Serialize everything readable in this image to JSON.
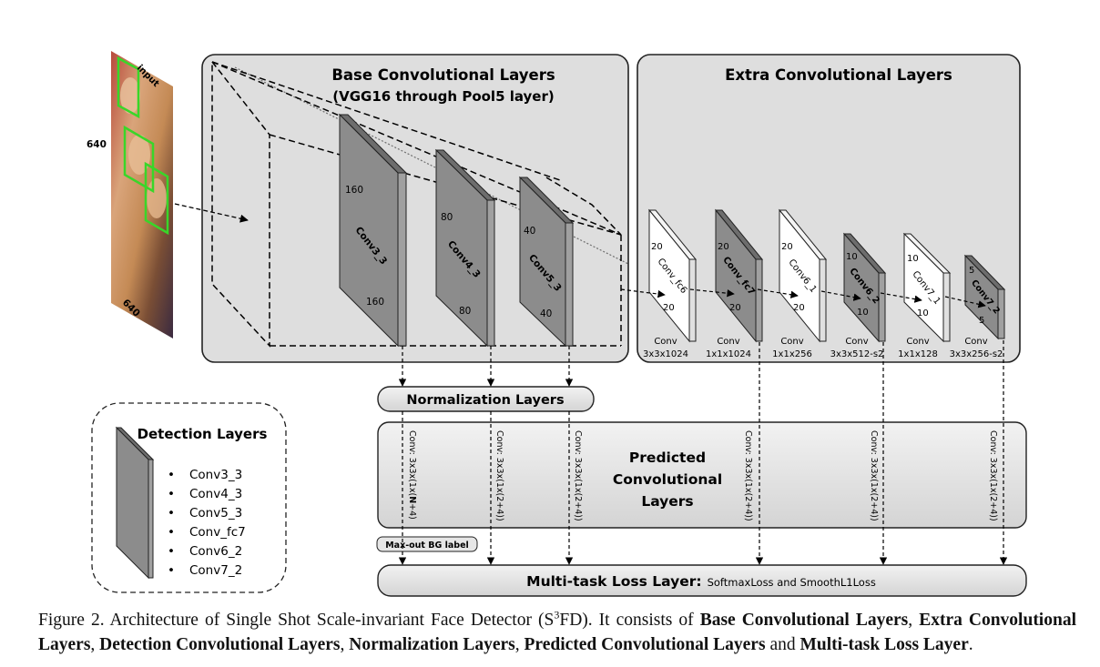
{
  "input": {
    "label": "input",
    "height_label": "640",
    "width_label": "640"
  },
  "base": {
    "title_line1": "Base Convolutional Layers",
    "title_line2": "(VGG16 through Pool5 layer)",
    "layers": [
      {
        "name": "Conv3_3",
        "top_label": "160",
        "bottom_label": "160"
      },
      {
        "name": "Conv4_3",
        "top_label": "80",
        "bottom_label": "80"
      },
      {
        "name": "Conv5_3",
        "top_label": "40",
        "bottom_label": "40"
      }
    ]
  },
  "extra": {
    "title": "Extra Convolutional Layers",
    "layers": [
      {
        "name": "Conv_fc6",
        "top_label": "20",
        "bottom_label": "20",
        "conv_line1": "Conv",
        "conv_line2": "3x3x1024"
      },
      {
        "name": "Conv_fc7",
        "top_label": "20",
        "bottom_label": "20",
        "conv_line1": "Conv",
        "conv_line2": "1x1x1024"
      },
      {
        "name": "Conv6_1",
        "top_label": "20",
        "bottom_label": "20",
        "conv_line1": "Conv",
        "conv_line2": "1x1x256"
      },
      {
        "name": "Conv6_2",
        "top_label": "10",
        "bottom_label": "10",
        "conv_line1": "Conv",
        "conv_line2": "3x3x512-s2"
      },
      {
        "name": "Conv7_1",
        "top_label": "10",
        "bottom_label": "10",
        "conv_line1": "Conv",
        "conv_line2": "1x1x128"
      },
      {
        "name": "Conv7_2",
        "top_label": "5",
        "bottom_label": "5",
        "conv_line1": "Conv",
        "conv_line2": "3x3x256-s2"
      }
    ]
  },
  "normalization": {
    "label": "Normalization Layers"
  },
  "predicted": {
    "title_line1": "Predicted",
    "title_line2": "Convolutional",
    "title_line3": "Layers",
    "first_pre": "Conv: 3x3x(1x(",
    "first_bold": "N",
    "first_post": "+4)",
    "heads": [
      "Conv: 3x3x(1x(2+4))",
      "Conv: 3x3x(1x(2+4))",
      "Conv: 3x3x(1x(2+4))",
      "Conv: 3x3x(1x(2+4))",
      "Conv: 3x3x(1x(2+4))"
    ]
  },
  "maxout": {
    "label": "Max-out BG label"
  },
  "loss": {
    "title": "Multi-task Loss Layer:",
    "subtitle": "SoftmaxLoss and SmoothL1Loss"
  },
  "detection": {
    "title": "Detection  Layers",
    "items": [
      "Conv3_3",
      "Conv4_3",
      "Conv5_3",
      "Conv_fc7",
      "Conv6_2",
      "Conv7_2"
    ]
  },
  "caption": {
    "p1": "Figure 2. Architecture of Single Shot Scale-invariant Face Detector (S",
    "sup": "3",
    "p2": "FD). It consists of ",
    "b1": "Base Convolutional Layers",
    "s1": ", ",
    "b2": "Extra Convolutional Layers",
    "s2": ", ",
    "b3": "Detection Convolutional Layers",
    "s3": ", ",
    "b4": "Normalization Layers",
    "s4": ", ",
    "b5": "Predicted Convolutional Layers",
    "s5": " and ",
    "b6": "Multi-task Loss Layer",
    "s6": "."
  },
  "colors": {
    "panel_fill": "#dedede",
    "layer_dark": "#8c8c8c",
    "layer_light": "#ffffff",
    "face_box": "#39d629"
  }
}
